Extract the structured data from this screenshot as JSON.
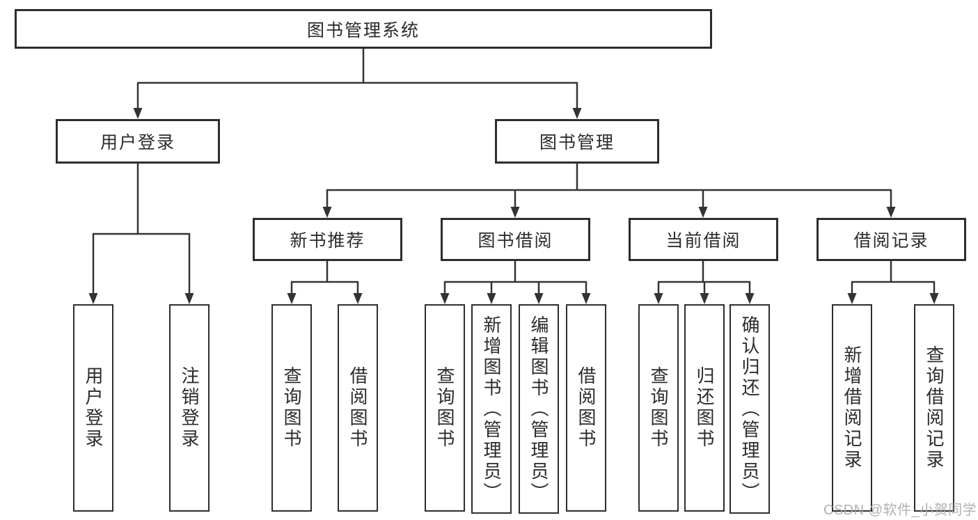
{
  "tree": {
    "label": "图书管理系统",
    "children": [
      {
        "label": "用户登录",
        "children": [
          {
            "label": "用户登录"
          },
          {
            "label": "注销登录"
          }
        ]
      },
      {
        "label": "图书管理",
        "children": [
          {
            "label": "新书推荐",
            "children": [
              {
                "label": "查询图书"
              },
              {
                "label": "借阅图书"
              }
            ]
          },
          {
            "label": "图书借阅",
            "children": [
              {
                "label": "查询图书"
              },
              {
                "label": "新增图书（管理员）"
              },
              {
                "label": "编辑图书（管理员）"
              },
              {
                "label": "借阅图书"
              }
            ]
          },
          {
            "label": "当前借阅",
            "children": [
              {
                "label": "查询图书"
              },
              {
                "label": "归还图书"
              },
              {
                "label": "确认归还（管理员）"
              }
            ]
          },
          {
            "label": "借阅记录",
            "children": [
              {
                "label": "新增借阅记录"
              },
              {
                "label": "查询借阅记录"
              }
            ]
          }
        ]
      }
    ]
  },
  "watermark": "CSDN @软件_小贺同学",
  "colors": {
    "line": "#333333",
    "box_border": "#2d2d2d",
    "text": "#2b2b2b",
    "watermark": "#a4a9b0",
    "background": "#ffffff"
  }
}
